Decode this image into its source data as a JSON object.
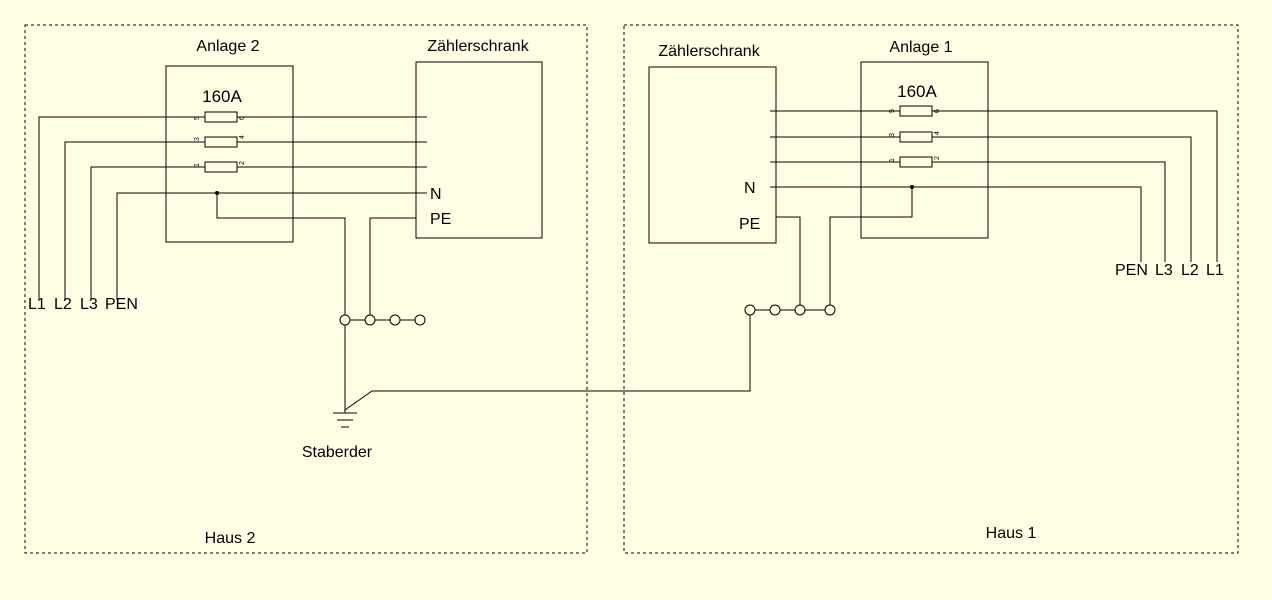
{
  "house2": {
    "label": "Haus 2",
    "anlage": "Anlage 2",
    "zaehler": "Zählerschrank",
    "fuse_rating": "160A",
    "fuse_pins": [
      "5",
      "6",
      "3",
      "4",
      "1",
      "2"
    ],
    "terminal_n": "N",
    "terminal_pe": "PE",
    "lines": [
      "L1",
      "L2",
      "L3",
      "PEN"
    ]
  },
  "house1": {
    "label": "Haus 1",
    "anlage": "Anlage 1",
    "zaehler": "Zählerschrank",
    "fuse_rating": "160A",
    "fuse_pins": [
      "5",
      "6",
      "3",
      "4",
      "1",
      "2"
    ],
    "terminal_n": "N",
    "terminal_pe": "PE",
    "lines": [
      "PEN",
      "L3",
      "L2",
      "L1"
    ]
  },
  "earth": {
    "label": "Staberder"
  }
}
